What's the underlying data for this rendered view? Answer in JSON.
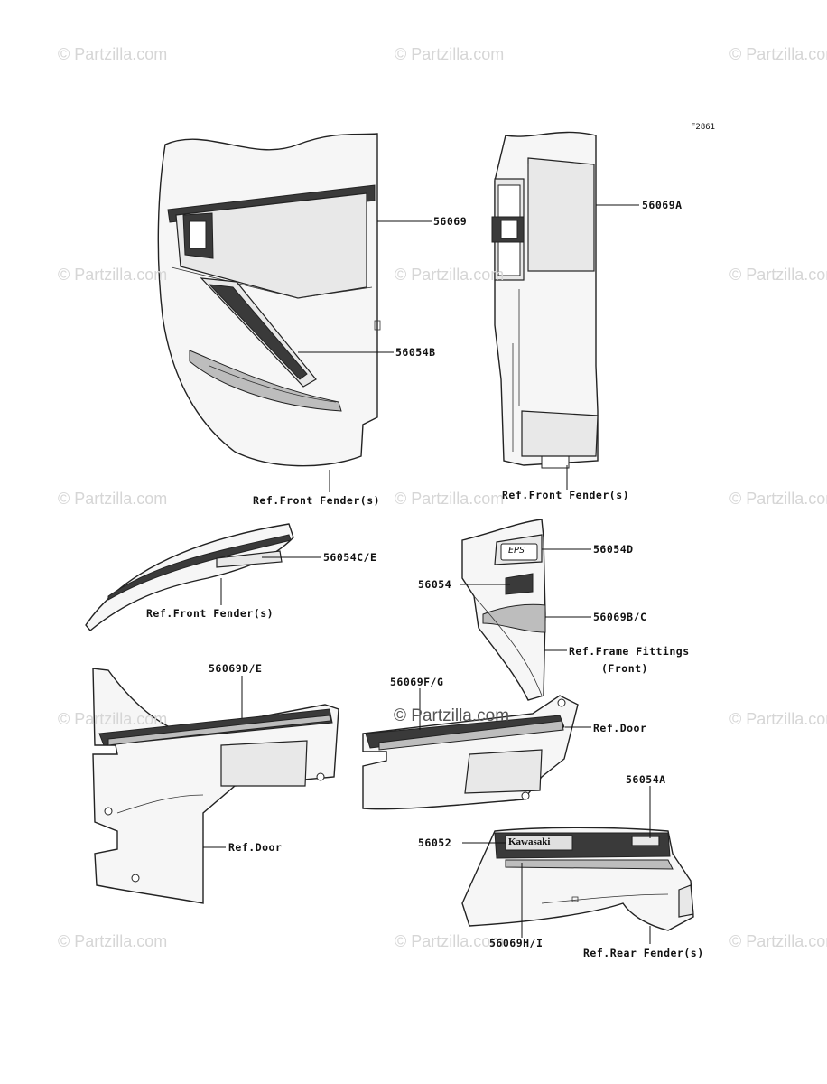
{
  "figure_code": "F2861",
  "watermark": "© Partzilla.com",
  "watermark_center": "© Partzilla.com",
  "labels": {
    "p56069": "56069",
    "p56054b": "56054B",
    "ref_ff_1": "Ref.Front Fender(s)",
    "p56069a": "56069A",
    "ref_ff_2": "Ref.Front Fender(s)",
    "p56054ce": "56054C/E",
    "ref_ff_3": "Ref.Front Fender(s)",
    "p56054d": "56054D",
    "p56054": "56054",
    "p56069bc": "56069B/C",
    "ref_frame_1": "Ref.Frame Fittings",
    "ref_frame_2": "(Front)",
    "p56069de": "56069D/E",
    "p56069fg": "56069F/G",
    "ref_door_1": "Ref.Door",
    "ref_door_2": "Ref.Door",
    "p56054a": "56054A",
    "p56052": "56052",
    "p56069hi": "56069H/I",
    "ref_rear": "Ref.Rear Fender(s)"
  },
  "decal_text": {
    "eps": "EPS",
    "kawasaki": "Kawasaki"
  }
}
